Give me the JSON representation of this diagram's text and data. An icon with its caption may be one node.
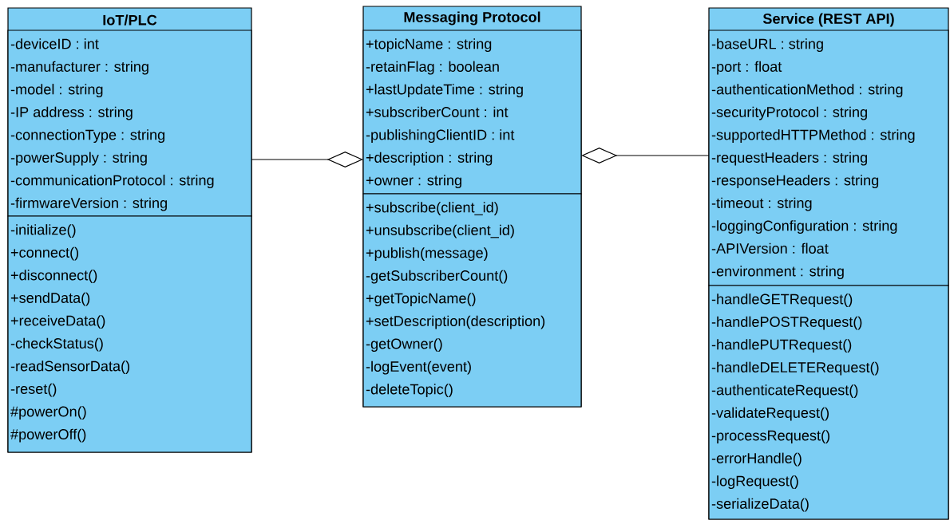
{
  "diagram": {
    "nodes": [
      {
        "text": [
          "IoT/PLC"
        ]
      },
      {
        "text": [
          "-deviceID : int",
          "-manufacturer : string",
          "-model : string",
          "-IP address : string",
          "-connectionType : string",
          "-powerSupply : string",
          "-communicationProtocol : string",
          "-firmwareVersion : string"
        ],
        "in": 0
      },
      {
        "text": [
          "-initialize()",
          "+connect()",
          "+disconnect()",
          "+sendData()",
          "+receiveData()",
          "-checkStatus()",
          "-readSensorData()",
          "-reset()",
          "#powerOn()",
          "#powerOff()"
        ],
        "in": 0
      },
      {
        "text": [
          "Messaging Protocol"
        ]
      },
      {
        "text": [
          "+topicName : string",
          "-retainFlag : boolean",
          "+lastUpdateTime : string",
          "+subscriberCount : int",
          "-publishingClientID : int",
          "+description : string",
          "+owner : string"
        ],
        "in": 3
      },
      {
        "text": [
          "+subscribe(client_id)",
          "+unsubscribe(client_id)",
          "+publish(message)",
          "-getSubscriberCount()",
          "+getTopicName()",
          "+setDescription(description)",
          "-getOwner()",
          "-logEvent(event)",
          "-deleteTopic()"
        ],
        "in": 3
      },
      {
        "text": [
          "Service (REST API)"
        ]
      },
      {
        "text": [
          "-baseURL : string",
          "-port : float",
          "-authenticationMethod : string",
          "-securityProtocol : string",
          "-supportedHTTPMethod : string",
          "-requestHeaders : string",
          "-responseHeaders : string",
          "-timeout : string",
          "-loggingConfiguration : string",
          "-APIVersion : float",
          "-environment : string"
        ],
        "in": 6
      },
      {
        "text": [
          "-handleGETRequest()",
          "-handlePOSTRequest()",
          "-handlePUTRequest()",
          "-handleDELETERequest()",
          "-authenticateRequest()",
          "-validateRequest()",
          "-processRequest()",
          "-errorHandle()",
          "-logRequest()",
          "-serializeData()"
        ],
        "in": 6
      }
    ],
    "edges": [
      {
        "from": 0,
        "to": 3,
        "arrow": "other"
      },
      {
        "from": 6,
        "to": 3,
        "arrow": "other"
      }
    ]
  }
}
